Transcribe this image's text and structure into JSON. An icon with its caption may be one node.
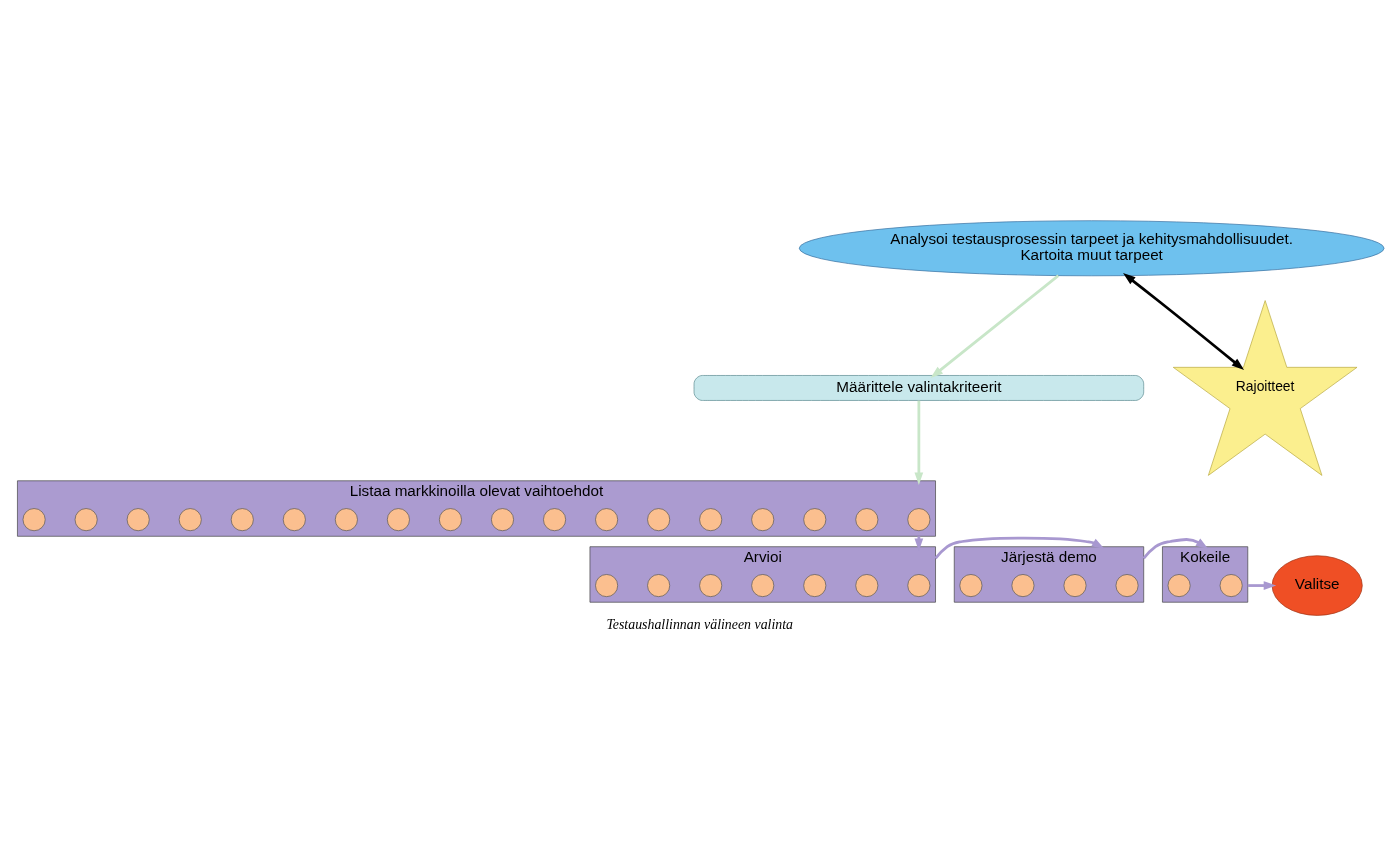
{
  "diagram": {
    "caption": "Testaushallinnan välineen valinta",
    "nodes": [
      {
        "text": [
          "Analysoi testausprosessin tarpeet ja kehitysmahdollisuudet.",
          "Kartoita muut tarpeet"
        ]
      },
      {
        "text": [
          "Määrittele valintakriteerit"
        ]
      },
      {
        "text": [
          "Rajoitteet"
        ]
      },
      {
        "text": [
          "Listaa markkinoilla olevat vaihtoehdot"
        ]
      },
      {
        "text": [],
        "shape": "circle",
        "in": 3
      },
      {
        "text": [],
        "shape": "circle",
        "in": 3
      },
      {
        "text": [],
        "shape": "circle",
        "in": 3
      },
      {
        "text": [],
        "shape": "circle",
        "in": 3
      },
      {
        "text": [],
        "shape": "circle",
        "in": 3
      },
      {
        "text": [],
        "shape": "circle",
        "in": 3
      },
      {
        "text": [],
        "shape": "circle",
        "in": 3
      },
      {
        "text": [],
        "shape": "circle",
        "in": 3
      },
      {
        "text": [],
        "shape": "circle",
        "in": 3
      },
      {
        "text": [],
        "shape": "circle",
        "in": 3
      },
      {
        "text": [],
        "shape": "circle",
        "in": 3
      },
      {
        "text": [],
        "shape": "circle",
        "in": 3
      },
      {
        "text": [],
        "shape": "circle",
        "in": 3
      },
      {
        "text": [],
        "shape": "circle",
        "in": 3
      },
      {
        "text": [],
        "shape": "circle",
        "in": 3
      },
      {
        "text": [],
        "shape": "circle",
        "in": 3
      },
      {
        "text": [],
        "shape": "circle",
        "in": 3
      },
      {
        "text": [],
        "shape": "circle",
        "in": 3
      },
      {
        "text": [
          "Arvioi"
        ]
      },
      {
        "text": [],
        "shape": "circle",
        "in": 22
      },
      {
        "text": [],
        "shape": "circle",
        "in": 22
      },
      {
        "text": [],
        "shape": "circle",
        "in": 22
      },
      {
        "text": [],
        "shape": "circle",
        "in": 22
      },
      {
        "text": [],
        "shape": "circle",
        "in": 22
      },
      {
        "text": [],
        "shape": "circle",
        "in": 22
      },
      {
        "text": [],
        "shape": "circle",
        "in": 22
      },
      {
        "text": [
          "Järjestä demo"
        ]
      },
      {
        "text": [],
        "shape": "circle",
        "in": 30
      },
      {
        "text": [],
        "shape": "circle",
        "in": 30
      },
      {
        "text": [],
        "shape": "circle",
        "in": 30
      },
      {
        "text": [],
        "shape": "circle",
        "in": 30
      },
      {
        "text": [
          "Kokeile"
        ]
      },
      {
        "text": [],
        "shape": "circle",
        "in": 35
      },
      {
        "text": [],
        "shape": "circle",
        "in": 35
      },
      {
        "text": [
          "Valitse"
        ]
      }
    ],
    "edges": [
      {
        "from": 0,
        "to": 1,
        "arrow": "to",
        "color": "#c8e6c8"
      },
      {
        "from": 0,
        "to": 2,
        "arrow": "both",
        "color": "#000000"
      },
      {
        "from": 1,
        "to": 3,
        "arrow": "to",
        "color": "#c8e6c8"
      },
      {
        "from": 3,
        "to": 22,
        "arrow": "to"
      },
      {
        "from": 22,
        "to": 30,
        "arrow": "to"
      },
      {
        "from": 30,
        "to": 35,
        "arrow": "to"
      },
      {
        "from": 35,
        "to": 38,
        "arrow": "to"
      }
    ]
  }
}
